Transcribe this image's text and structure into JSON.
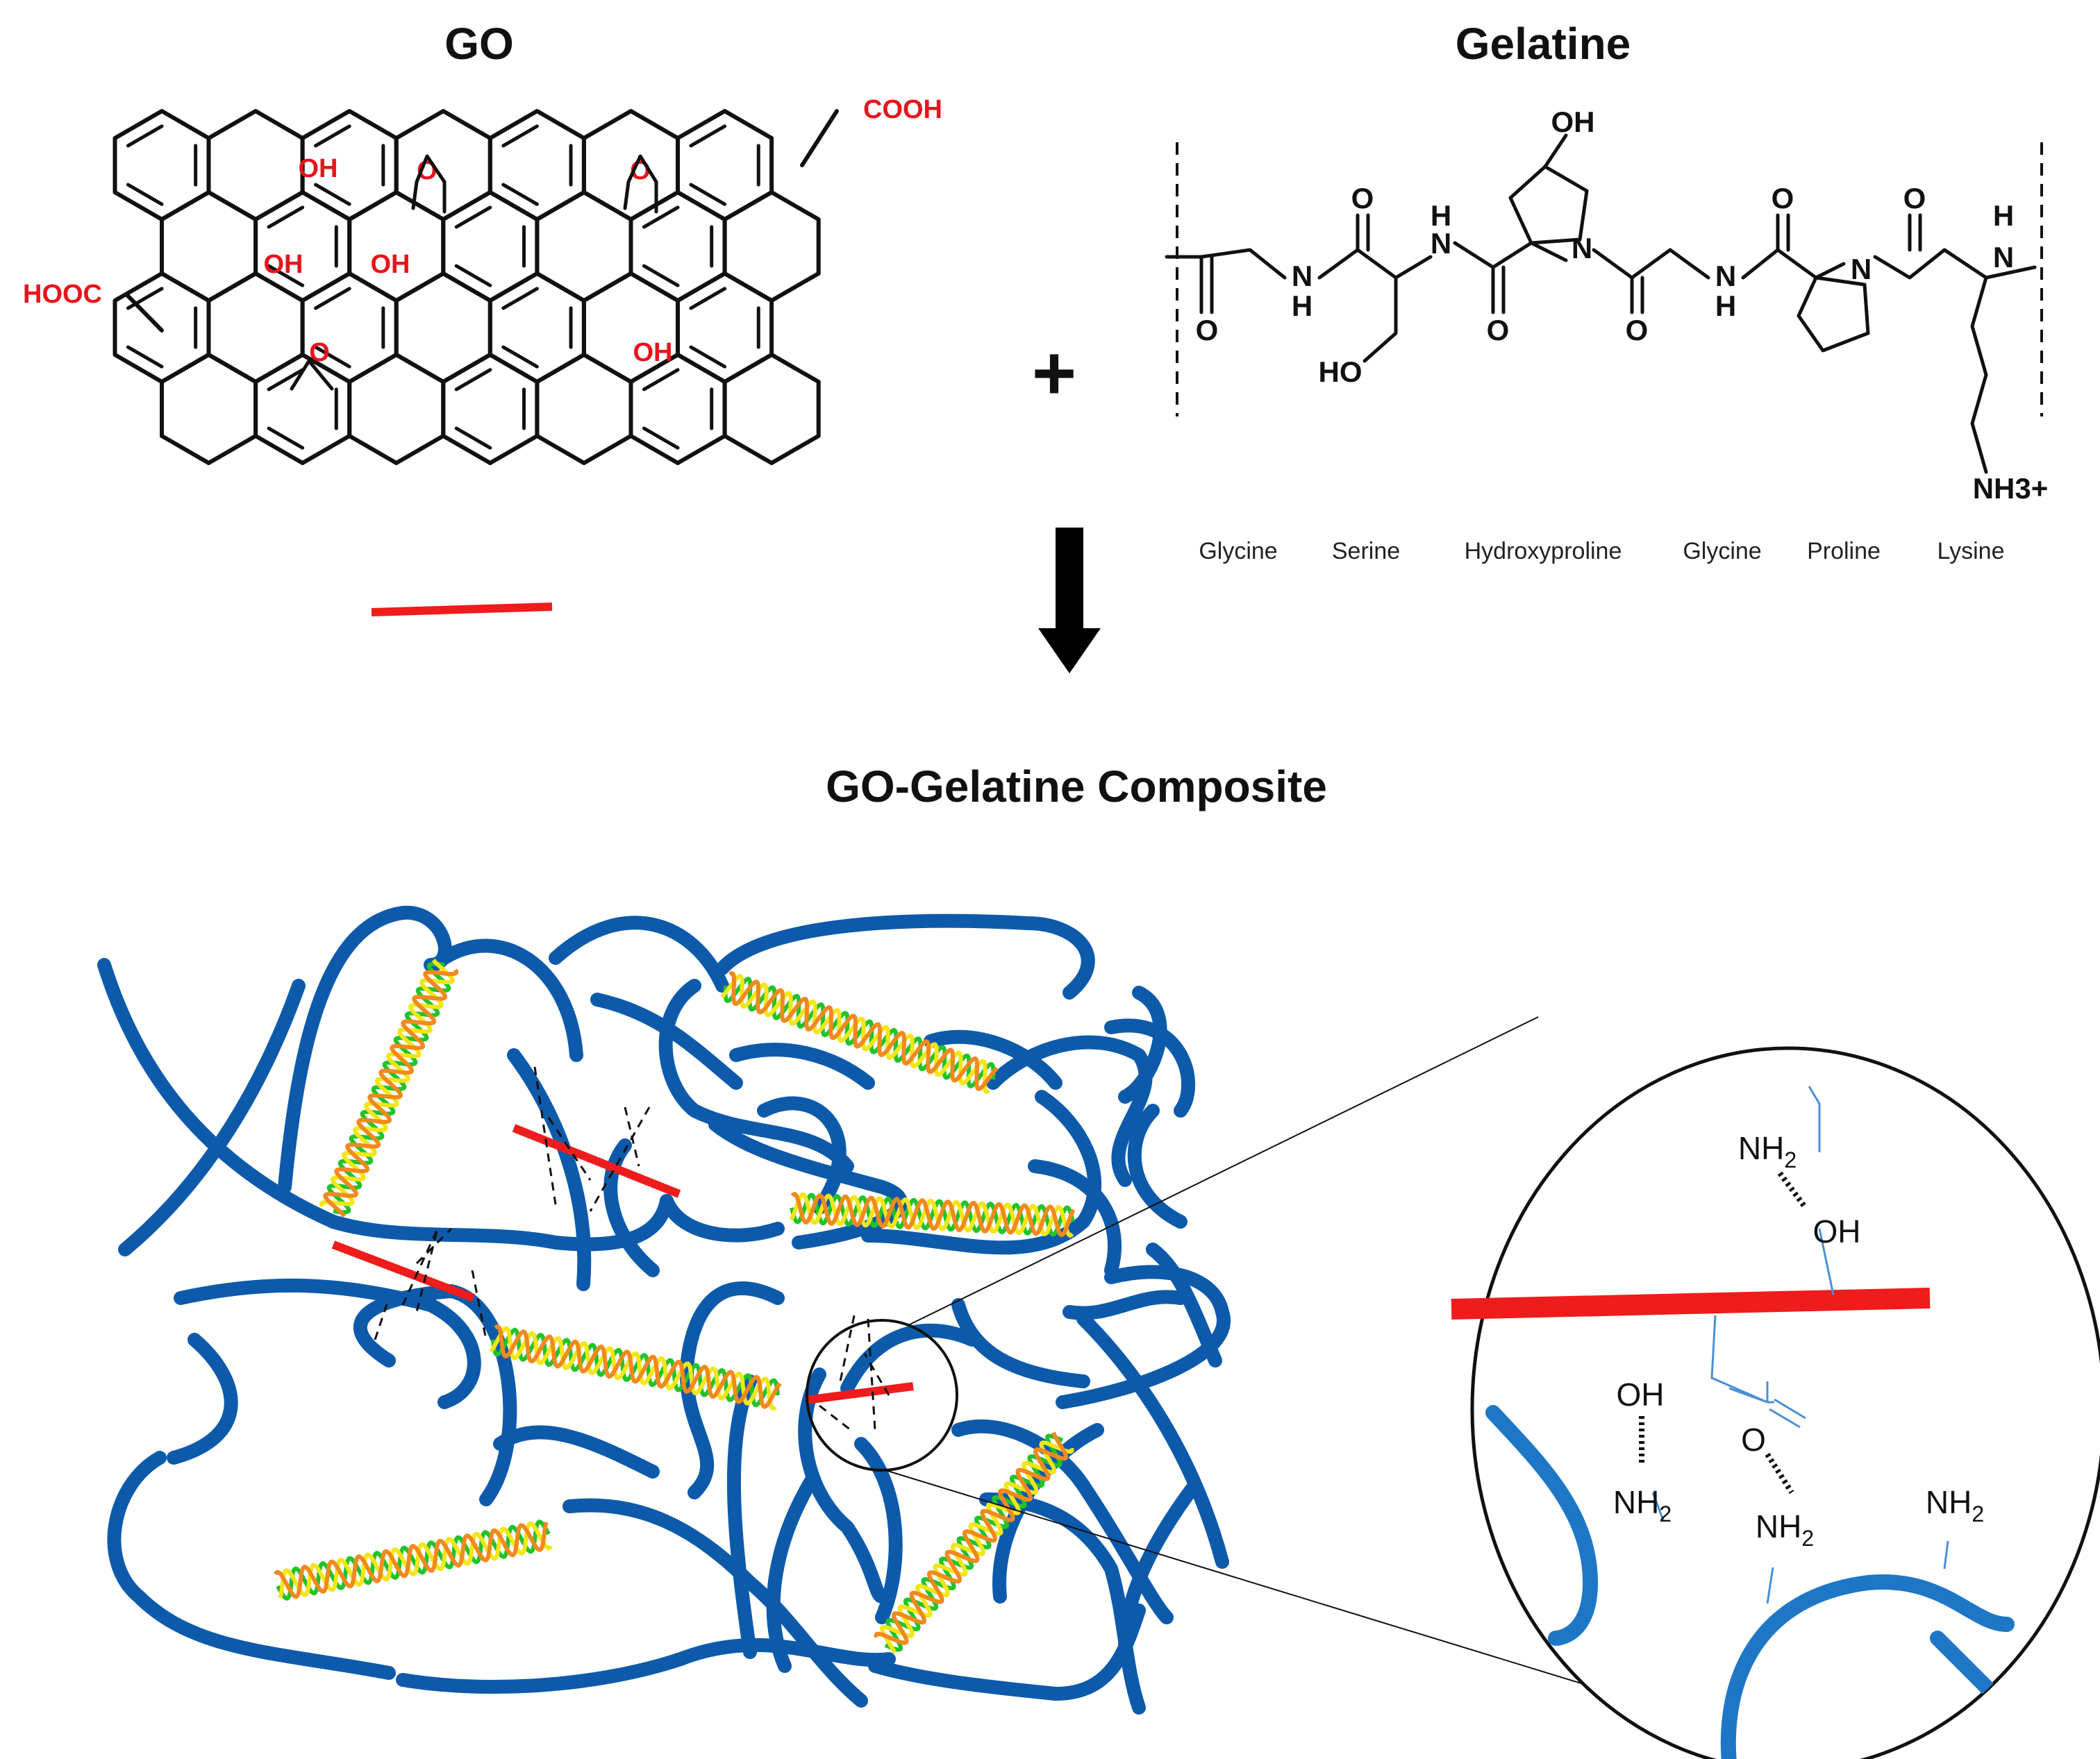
{
  "go": {
    "title": "GO",
    "cooh": "COOH",
    "hooc": "HOOC",
    "oh1": "OH",
    "oh2": "OH",
    "oh3": "OH",
    "oh4": "OH",
    "epoxy1": "O",
    "epoxy2": "O",
    "epoxy3": "O"
  },
  "plus": "+",
  "gelatine": {
    "title": "Gelatine",
    "labels": {
      "oh_top": "OH",
      "o1": "O",
      "o2": "O",
      "o3": "O",
      "o4": "O",
      "o5": "O",
      "o6": "O",
      "nh1": "N",
      "h1": "H",
      "nh2": "N",
      "h2": "H",
      "n_ring1": "N",
      "nh3": "N",
      "h3": "H",
      "n_ring2": "N",
      "nh4": "N",
      "h4": "H",
      "ho": "HO",
      "nh3plus": "NH3+"
    },
    "amino_acids": [
      "Glycine",
      "Serine",
      "Hydroxyproline",
      "Glycine",
      "Proline",
      "Lysine"
    ]
  },
  "composite": {
    "title": "GO-Gelatine Composite"
  },
  "zoom": {
    "nh2_top": "NH",
    "oh_top": "OH",
    "oh_left": "OH",
    "nh2_left": "NH",
    "o_mid": "O",
    "nh2_mid": "NH",
    "nh2_right": "NH",
    "sub2": "2"
  },
  "colors": {
    "go_sheet": "#ee1c1c",
    "gelatine_chain": "#0d5aab",
    "helix_green": "#22c32a",
    "helix_yellow": "#f2e51a",
    "helix_orange": "#f08a1e",
    "functional_group_red": "#e8141b"
  }
}
